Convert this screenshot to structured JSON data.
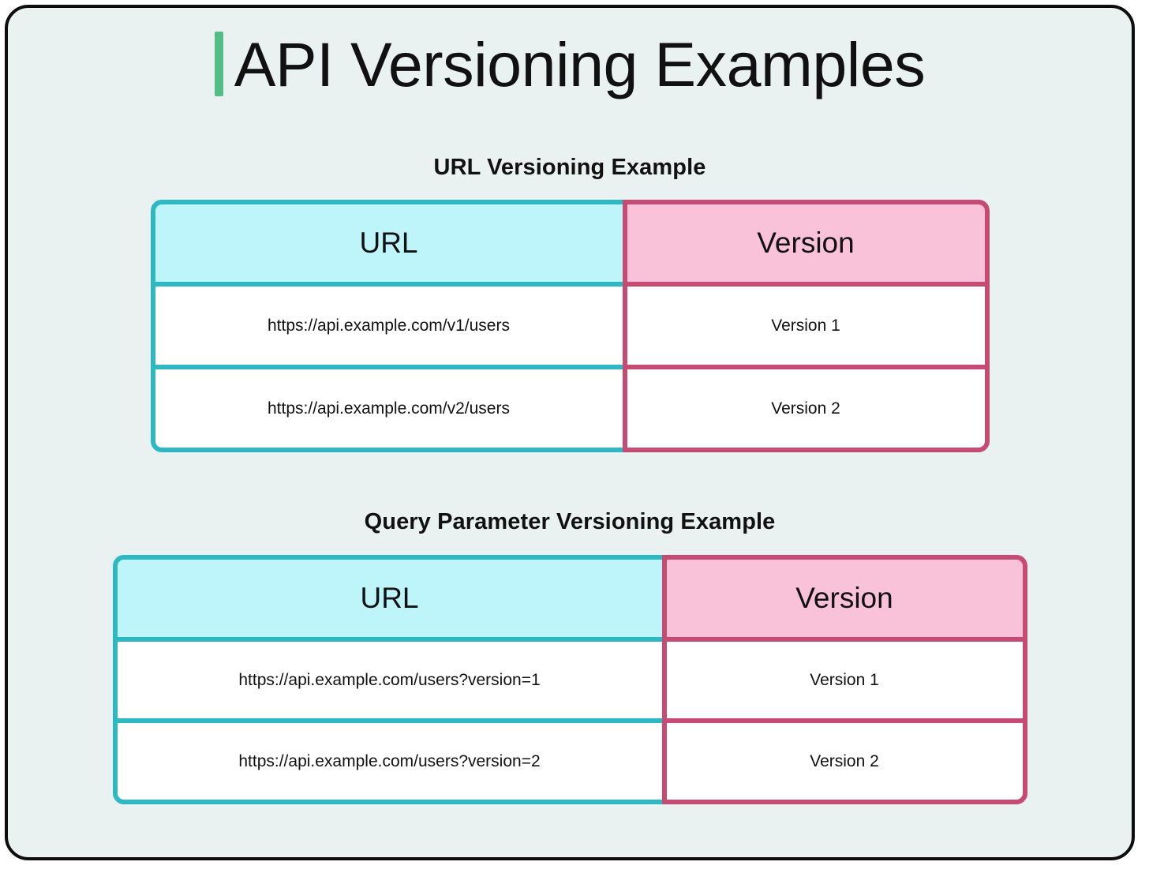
{
  "page": {
    "title": "API Versioning Examples",
    "accent_color": "#52bd85",
    "background_color": "#e9f2f0",
    "border_color": "#0d0d0d"
  },
  "palette": {
    "url_header_fill": "#bdf5fb",
    "url_border": "#2cb9c4",
    "version_header_fill": "#f9c2d9",
    "version_border": "#c64a72",
    "cell_fill": "#ffffff"
  },
  "sections": [
    {
      "id": "url-versioning",
      "title": "URL Versioning Example",
      "table": {
        "columns": [
          "URL",
          "Version"
        ],
        "rows": [
          [
            "https://api.example.com/v1/users",
            "Version 1"
          ],
          [
            "https://api.example.com/v2/users",
            "Version 2"
          ]
        ]
      }
    },
    {
      "id": "query-parameter-versioning",
      "title": "Query Parameter Versioning Example",
      "table": {
        "columns": [
          "URL",
          "Version"
        ],
        "rows": [
          [
            "https://api.example.com/users?version=1",
            "Version 1"
          ],
          [
            "https://api.example.com/users?version=2",
            "Version 2"
          ]
        ]
      }
    }
  ]
}
